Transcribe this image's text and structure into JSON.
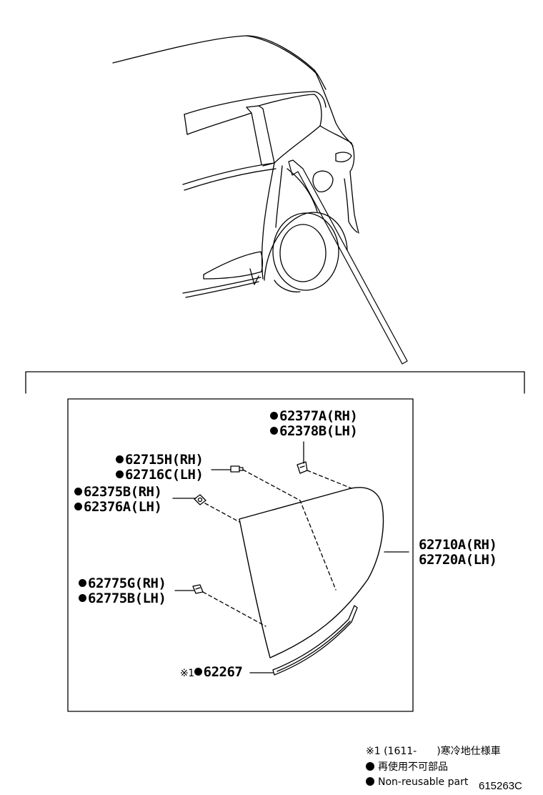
{
  "labels": {
    "p62377": {
      "rh": "62377A(RH)",
      "lh": "62378B(LH)"
    },
    "p62715": {
      "rh": "62715H(RH)",
      "lh": "62716C(LH)"
    },
    "p62375": {
      "rh": "62375B(RH)",
      "lh": "62376A(LH)"
    },
    "p62775": {
      "rh": "62775G(RH)",
      "lh": "62775B(LH)"
    },
    "p62710": {
      "rh": "62710A(RH)",
      "lh": "62720A(LH)"
    },
    "p62267": {
      "prefix": "※1",
      "part": "62267"
    }
  },
  "notes": {
    "note1": "※1 (1611-　　)寒冷地仕様車",
    "note2": "再使用不可部品",
    "note3": "Non-reusable part"
  },
  "figure_code": "615263C"
}
